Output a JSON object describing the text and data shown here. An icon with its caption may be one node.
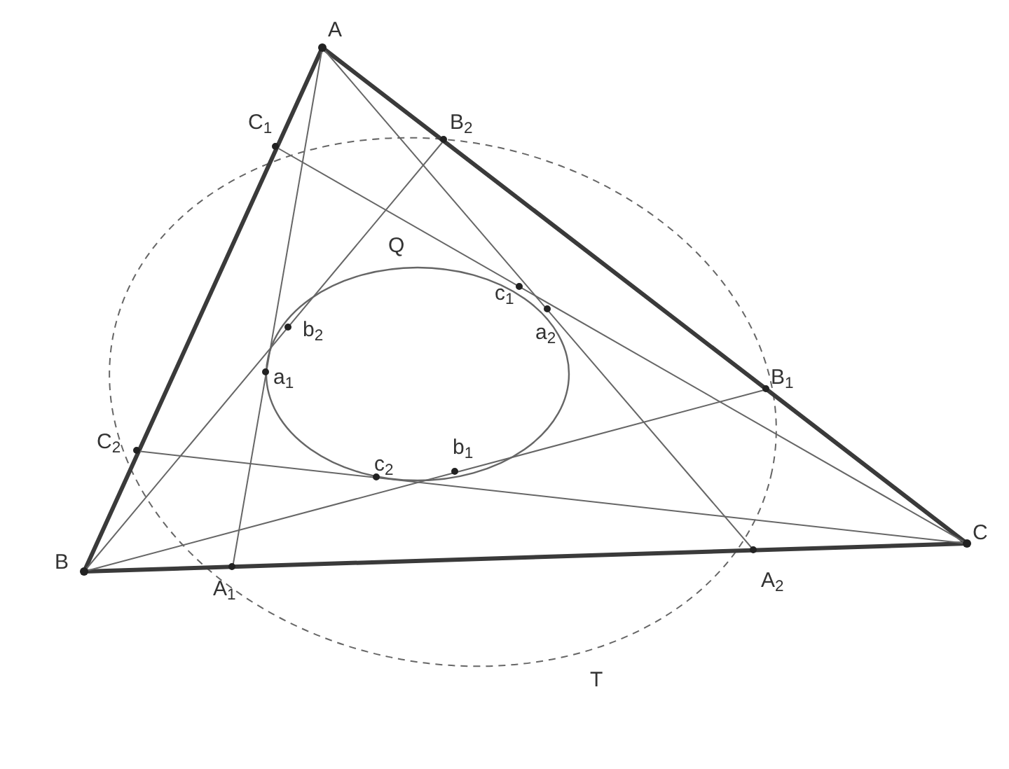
{
  "diagram": {
    "nodes": [
      {
        "text": [
          "A"
        ]
      },
      {
        "text": [
          "B"
        ]
      },
      {
        "text": [
          "C"
        ]
      },
      {
        "text": [
          "C$_{1}$"
        ]
      },
      {
        "text": [
          "B$_{2}$"
        ]
      },
      {
        "text": [
          "B$_{1}$"
        ]
      },
      {
        "text": [
          "A$_{2}$"
        ]
      },
      {
        "text": [
          "A$_{1}$"
        ]
      },
      {
        "text": [
          "C$_{2}$"
        ]
      },
      {
        "text": [
          "c$_{1}$"
        ]
      },
      {
        "text": [
          "a$_{2}$"
        ]
      },
      {
        "text": [
          "b$_{2}$"
        ]
      },
      {
        "text": [
          "a$_{1}$"
        ]
      },
      {
        "text": [
          "c$_{2}$"
        ]
      },
      {
        "text": [
          "b$_{1}$"
        ]
      }
    ],
    "edges": [
      {
        "from": 0,
        "to": 1,
        "arrow": "none",
        "style": "thick"
      },
      {
        "from": 1,
        "to": 2,
        "arrow": "none",
        "style": "thick"
      },
      {
        "from": 2,
        "to": 0,
        "arrow": "none",
        "style": "thick"
      },
      {
        "from": 0,
        "to": 7,
        "arrow": "none"
      },
      {
        "from": 0,
        "to": 6,
        "arrow": "none"
      },
      {
        "from": 1,
        "to": 4,
        "arrow": "none"
      },
      {
        "from": 1,
        "to": 5,
        "arrow": "none"
      },
      {
        "from": 2,
        "to": 3,
        "arrow": "none"
      },
      {
        "from": 2,
        "to": 8,
        "arrow": "none"
      }
    ],
    "labels": [
      "Q",
      "T"
    ]
  }
}
